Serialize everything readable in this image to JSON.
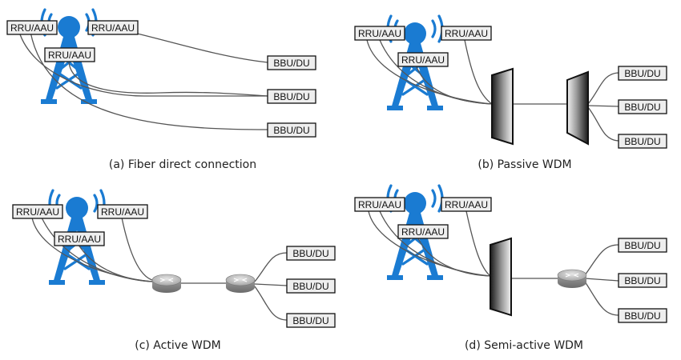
{
  "labels": {
    "rru": "RRU/AAU",
    "bbu": "BBU/DU"
  },
  "captions": {
    "a": "(a) Fiber direct connection",
    "b": "(b) Passive WDM",
    "c": "(c) Active WDM",
    "d": "(d) Semi-active WDM"
  },
  "icons": {
    "tower": "cell-tower-icon",
    "mux": "wdm-multiplexer-icon",
    "active_device": "router-icon"
  },
  "colors": {
    "tower": "#1a7bd2",
    "fiber": "#555555",
    "label_fill": "#eeeeee"
  }
}
